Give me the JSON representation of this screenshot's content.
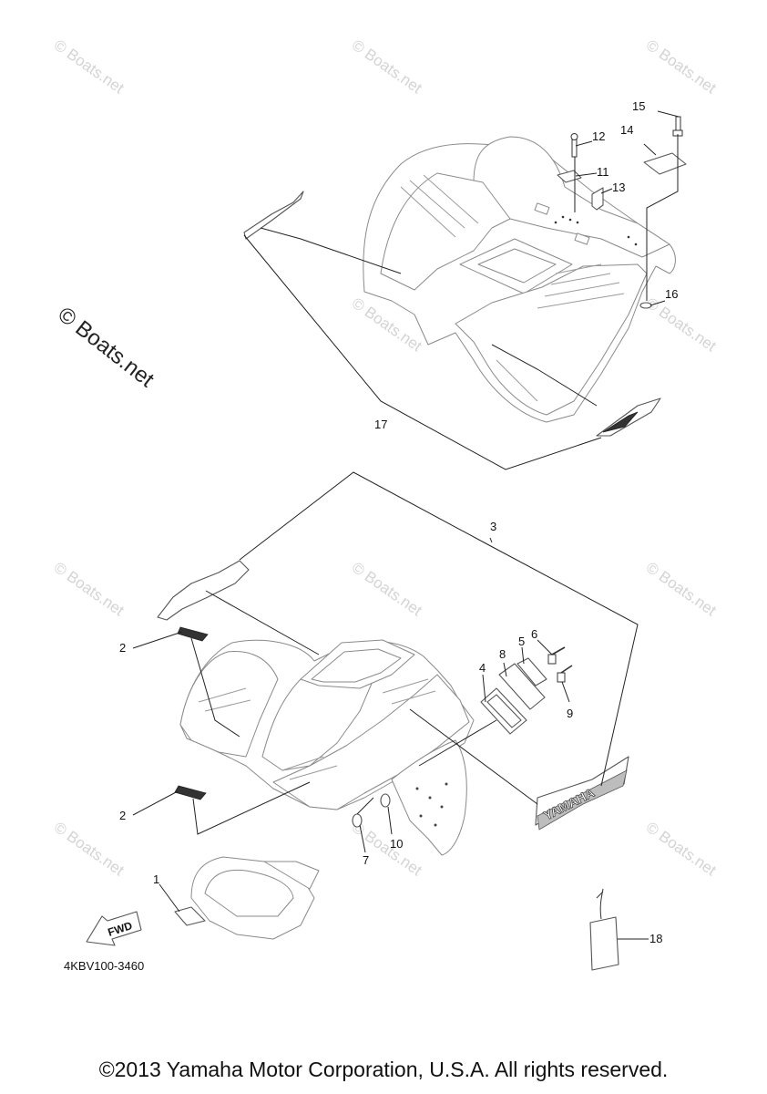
{
  "watermark": {
    "text": "© Boats.net",
    "large_text": "© Boats.net"
  },
  "callouts": [
    "1",
    "2",
    "2",
    "3",
    "4",
    "5",
    "6",
    "7",
    "8",
    "9",
    "10",
    "11",
    "12",
    "13",
    "14",
    "15",
    "16",
    "17",
    "18"
  ],
  "fwd_label": "FWD",
  "decal_text": "YAMAHA",
  "diagram_code": "4KBV100-3460",
  "footer": "©2013 Yamaha Motor Corporation, U.S.A. All rights reserved."
}
